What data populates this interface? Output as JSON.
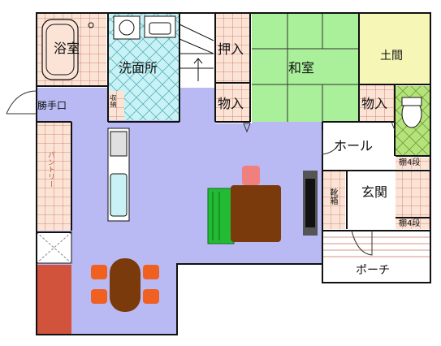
{
  "colors": {
    "ldk_floor": "#b9b9f4",
    "wash_room": "#c8f2f5",
    "japanese_room": "#aaf09a",
    "doma": "#f6f6b6",
    "toilet": "#b6e27a",
    "kitchen_counter": "#d1533c",
    "wood_grid": "#fbe3d6",
    "grid_line": "#c9705a",
    "sofa": "#22bb33",
    "table": "#7a3a0c",
    "chair_orange": "#f06020",
    "chair_pink": "#f08080"
  },
  "rooms": {
    "bath": "浴室",
    "washroom": "洗面所",
    "oshiire": "押入",
    "washitsu": "和室",
    "doma": "土間",
    "monoire_left": "物入",
    "monoire_right": "物入",
    "shuno": "収納",
    "katteguchi": "勝手口",
    "pantry": "パントリー",
    "hall": "ホール",
    "genkan": "玄関",
    "kutsubako": "靴箱",
    "shelf_upper": "棚4段",
    "shelf_lower": "棚4段",
    "porch": "ポーチ"
  }
}
